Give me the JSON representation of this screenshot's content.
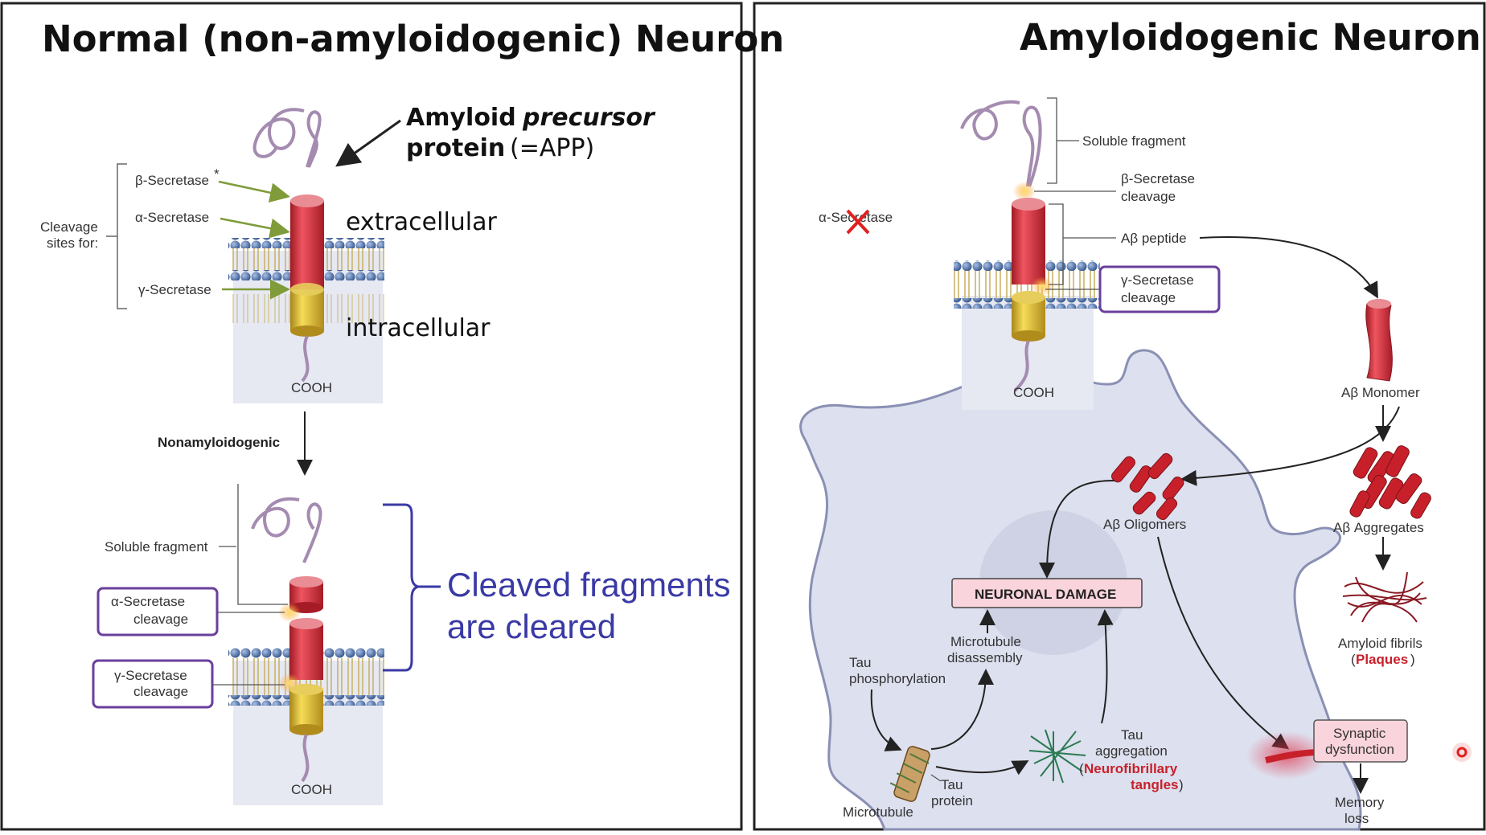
{
  "left_panel": {
    "title": "Normal (non-amyloidogenic) Neuron",
    "app_label_1": "Amyloid",
    "app_label_2": "precursor",
    "app_label_3": "protein",
    "app_label_4": "(=APP)",
    "extracellular": "extracellular",
    "intracellular": "intracellular",
    "cleavage_sites_1": "Cleavage",
    "cleavage_sites_2": "sites for:",
    "beta_secretase": "β-Secretase",
    "asterisk": "*",
    "alpha_secretase": "α-Secretase",
    "gamma_secretase": "γ-Secretase",
    "cooh_top": "COOH",
    "pathway": "Nonamyloidogenic",
    "soluble_fragment": "Soluble fragment",
    "alpha_cleavage_1": "α-Secretase",
    "alpha_cleavage_2": "cleavage",
    "gamma_cleavage_1": "γ-Secretase",
    "gamma_cleavage_2": "cleavage",
    "cooh_bottom": "COOH",
    "cleared_1": "Cleaved fragments",
    "cleared_2": "are cleared"
  },
  "right_panel": {
    "title": "Amyloidogenic Neuron",
    "alpha_secretase_crossed": "α-Secretase",
    "soluble_fragment": "Soluble fragment",
    "beta_cleavage_1": "β-Secretase",
    "beta_cleavage_2": "cleavage",
    "abeta_peptide": "Aβ peptide",
    "gamma_cleavage_1": "γ-Secretase",
    "gamma_cleavage_2": "cleavage",
    "cooh": "COOH",
    "monomer": "Aβ Monomer",
    "oligomers": "Aβ Oligomers",
    "aggregates": "Aβ Aggregates",
    "fibrils_1": "Amyloid fibrils",
    "fibrils_2": "Plaques",
    "neuronal_damage": "NEURONAL DAMAGE",
    "microtubule_dis_1": "Microtubule",
    "microtubule_dis_2": "disassembly",
    "tau_phos_1": "Tau",
    "tau_phos_2": "phosphorylation",
    "tau_agg_1": "Tau",
    "tau_agg_2": "aggregation",
    "tangles_1": "Neurofibrillary",
    "tangles_2": "tangles",
    "microtubule": "Microtubule",
    "tau_protein_1": "Tau",
    "tau_protein_2": "protein",
    "synaptic_1": "Synaptic",
    "synaptic_2": "dysfunction",
    "memory_1": "Memory",
    "memory_2": "loss"
  },
  "colors": {
    "panel_border": "#222222",
    "app_red": "#d42e3b",
    "app_yellow": "#e6c22a",
    "bead_blue": "#4a6fa8",
    "callout_purple": "#6a3f9c",
    "bracket_blue": "#3a3aa6",
    "neuron_fill": "#dde0ee",
    "red_text": "#c8202a"
  }
}
